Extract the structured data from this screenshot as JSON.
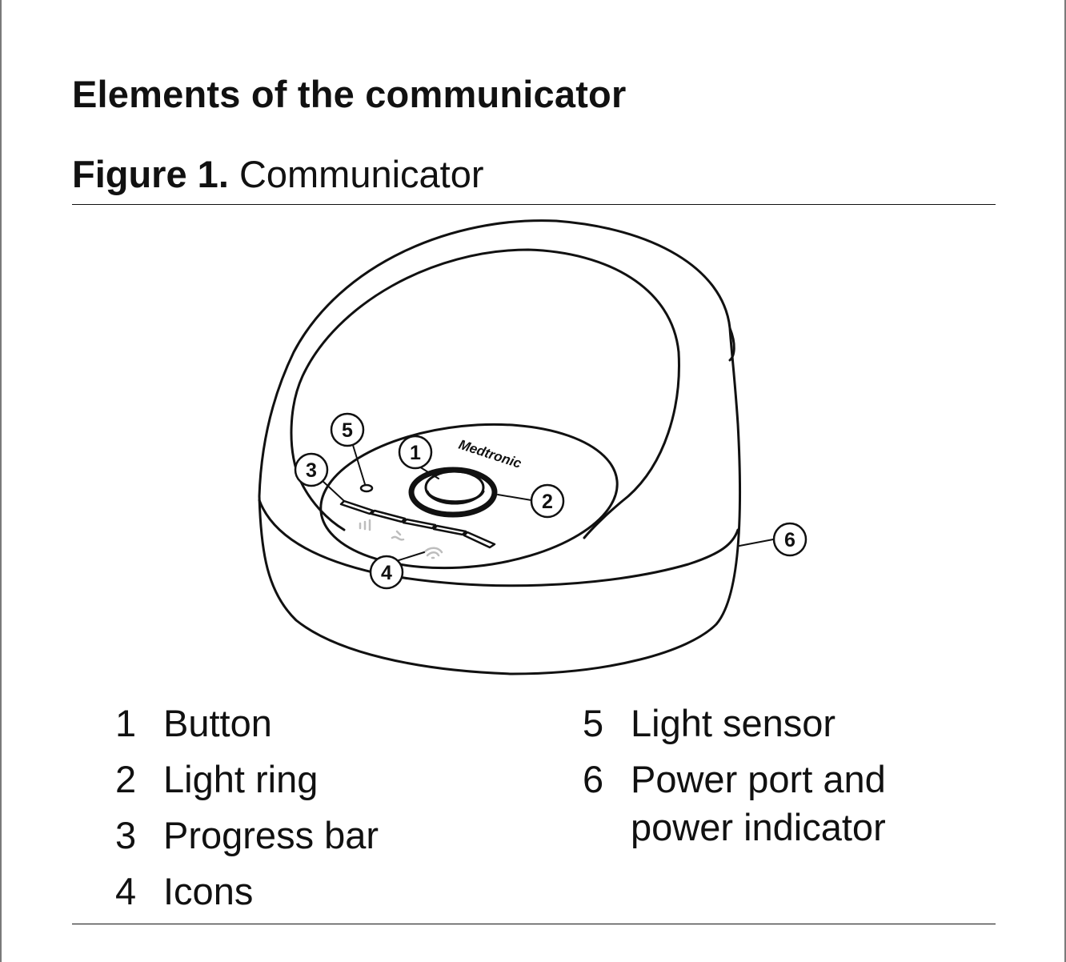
{
  "heading": "Elements of the communicator",
  "figure": {
    "number": "Figure 1.",
    "title": "Communicator",
    "brand": "Medtronic",
    "callouts": [
      "1",
      "2",
      "3",
      "4",
      "5",
      "6"
    ]
  },
  "legend": [
    {
      "num": "1",
      "label": "Button"
    },
    {
      "num": "2",
      "label": "Light ring"
    },
    {
      "num": "3",
      "label": "Progress bar"
    },
    {
      "num": "4",
      "label": "Icons"
    },
    {
      "num": "5",
      "label": "Light sensor"
    },
    {
      "num": "6",
      "label": "Power port and",
      "label_line2": "power indicator"
    }
  ]
}
